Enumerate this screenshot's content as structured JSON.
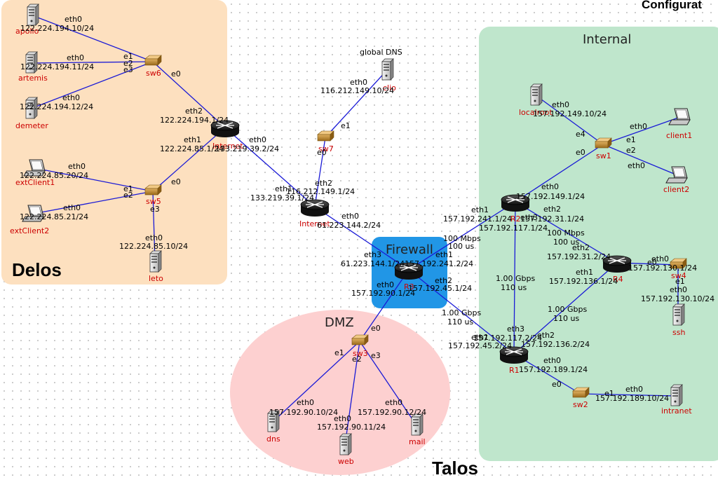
{
  "header_title": "Configurat",
  "zones": {
    "delos": "Delos",
    "internal": "Internal",
    "firewall": "Firewall",
    "dmz": "DMZ",
    "talos": "Talos"
  },
  "nodes": {
    "apollo": "apollo",
    "artemis": "artemis",
    "demeter": "demeter",
    "sw6": "sw6",
    "extClient1": "extClient1",
    "extClient2": "extClient2",
    "sw5": "sw5",
    "leto": "leto",
    "r_delos": "Internet",
    "global_dns_title": "global DNS",
    "clio": "clio",
    "sw7": "sw7",
    "internet": "Internet",
    "r3": "R3",
    "sw3": "sw3",
    "dns": "dns",
    "web": "web",
    "mail": "mail",
    "localroot": "localroot",
    "sw1": "sw1",
    "client1": "client1",
    "client2": "client2",
    "r2": "R2",
    "r4": "R4",
    "sw4": "sw4",
    "ssh": "ssh",
    "r1": "R1",
    "sw2": "sw2",
    "intranet": "intranet"
  },
  "labels": [
    "eth0",
    "122.224.194.10/24",
    "eth0",
    "122.224.194.11/24",
    "eth0",
    "122.224.194.12/24",
    "e1",
    "e2",
    "e3",
    "e0",
    "eth2",
    "122.224.194.1/24",
    "eth1",
    "122.224.85.1/24",
    "eth0",
    "133.219.39.2/24",
    "eth0",
    "122.224.85.20/24",
    "eth0",
    "122.224.85.21/24",
    "e1",
    "e2",
    "e0",
    "e3",
    "eth0",
    "122.224.85.10/24",
    "eth0",
    "116.212.149.10/24",
    "e1",
    "e0",
    "eth2",
    "116.212.149.1/24",
    "eth1",
    "133.219.39.1/24",
    "eth0",
    "61.223.144.2/24",
    "eth3",
    "61.223.144.1/24",
    "eth1",
    "157.192.241.2/24",
    "eth0",
    "157.192.90.1/24",
    "eth2",
    "157.192.45.1/24",
    "100 Mbps",
    "100 us",
    "1.00 Gbps",
    "110 us",
    "e0",
    "e1",
    "e2",
    "e3",
    "eth0",
    "157.192.90.10/24",
    "eth0",
    "157.192.90.11/24",
    "eth0",
    "157.192.90.12/24",
    "eth0",
    "157.192.149.10/24",
    "eth0",
    "e4",
    "e1",
    "e2",
    "e0",
    "eth0",
    "eth0",
    "157.192.149.1/24",
    "eth1",
    "157.192.241.1/24",
    "eth3",
    "157.192.117.1/24",
    "eth2",
    "157.192.31.1/24",
    "100 Mbps",
    "100 us",
    "eth2",
    "157.192.31.2/24",
    "eth1",
    "157.192.136.1/24",
    "eth0",
    "157.192.130.1/24",
    "e0",
    "e1",
    "eth0",
    "157.192.130.10/24",
    "1.00 Gbps",
    "110 us",
    "1.00 Gbps",
    "110 us",
    "eth3",
    "157.192.117.2/24",
    "eth1",
    "157.192.45.2/24",
    "eth2",
    "157.192.136.2/24",
    "eth0",
    "157.192.189.1/24",
    "e0",
    "e1",
    "eth0",
    "157.192.189.10/24"
  ],
  "colors": {
    "link": "#1a1ad6",
    "delos_zone": "#fde0bf",
    "internal_zone": "#bfe6cc",
    "dmz_zone": "#fdd0d0",
    "firewall_zone": "#2196e6",
    "node_name": "#cc0000"
  }
}
